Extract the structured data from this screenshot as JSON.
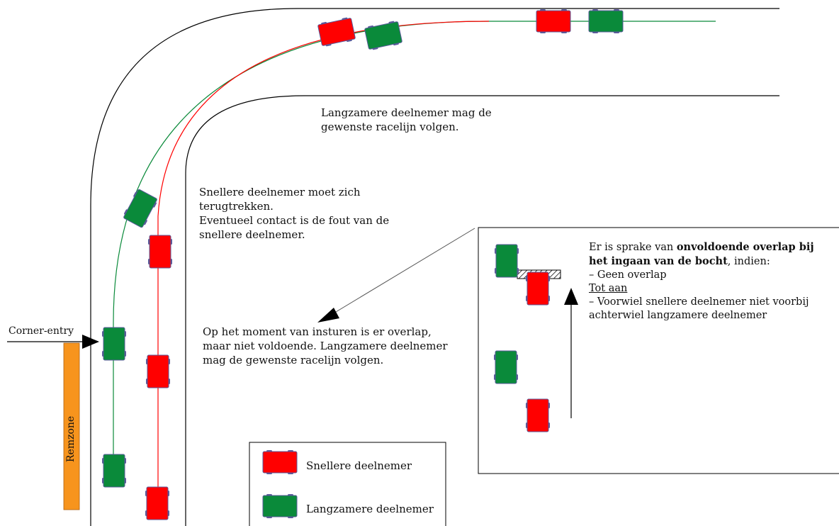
{
  "texts": {
    "slower_may_follow": [
      "Langzamere deelnemer mag de",
      "gewenste racelijn volgen."
    ],
    "faster_must_retreat": [
      "Snellere deelnemer moet zich",
      "terugtrekken.",
      "Eventueel contact is de fout van de",
      "snellere deelnemer."
    ],
    "overlap_not_enough": [
      "Op het moment van insturen is er overlap,",
      "maar niet voldoende. Langzamere deelnemer",
      "mag de gewenste racelijn volgen."
    ],
    "corner_entry": "Corner-entry",
    "remzone": "Remzone"
  },
  "inset": {
    "line1_pre": "Er is sprake van ",
    "line1_bold": "onvoldoende overlap bij",
    "line2_bold": "het ingaan van de bocht",
    "line2_post": ", indien:",
    "line3": "– Geen overlap",
    "line4": "Tot aan",
    "line5": "– Voorwiel snellere deelnemer niet voorbij",
    "line6": "achterwiel langzamere deelnemer"
  },
  "legend": {
    "faster": "Snellere deelnemer",
    "slower": "Langzamere deelnemer"
  },
  "colors": {
    "faster": "#ff0000",
    "slower": "#0a8a3a",
    "remzone": "#f7941d",
    "car_outline": "#5a5a9a",
    "wheel": "#5a5a9a"
  }
}
